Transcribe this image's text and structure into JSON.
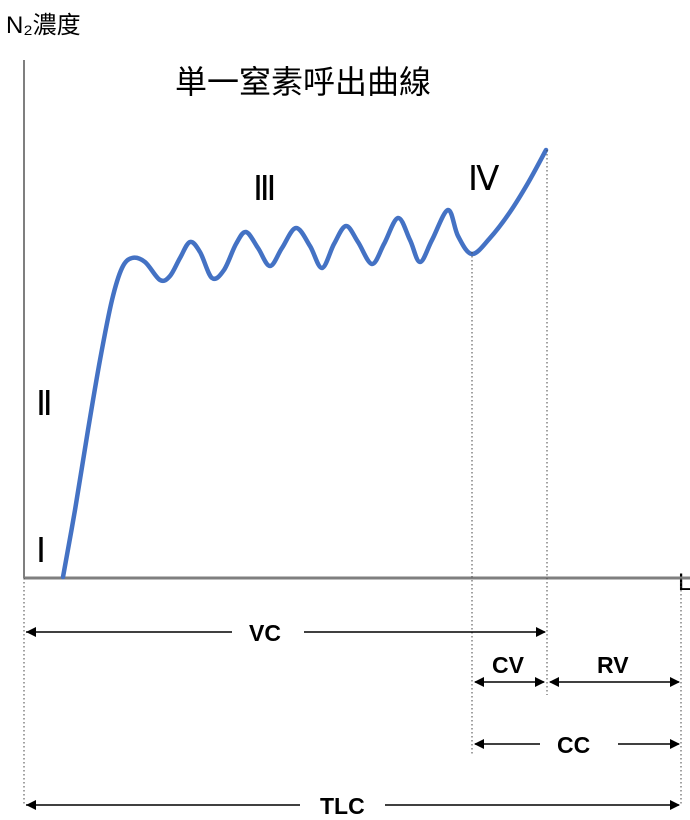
{
  "y_axis_label": "N₂濃度",
  "x_axis_unit": "L",
  "title": "単一窒素呼出曲線",
  "phases": {
    "p1": "Ⅰ",
    "p2": "Ⅱ",
    "p3": "Ⅲ",
    "p4": "Ⅳ"
  },
  "measures": {
    "vc": "VC",
    "cv": "CV",
    "rv": "RV",
    "cc": "CC",
    "tlc": "TLC"
  },
  "colors": {
    "curve": "#4472c4",
    "axis": "#7f7f7f",
    "text": "#000000"
  }
}
